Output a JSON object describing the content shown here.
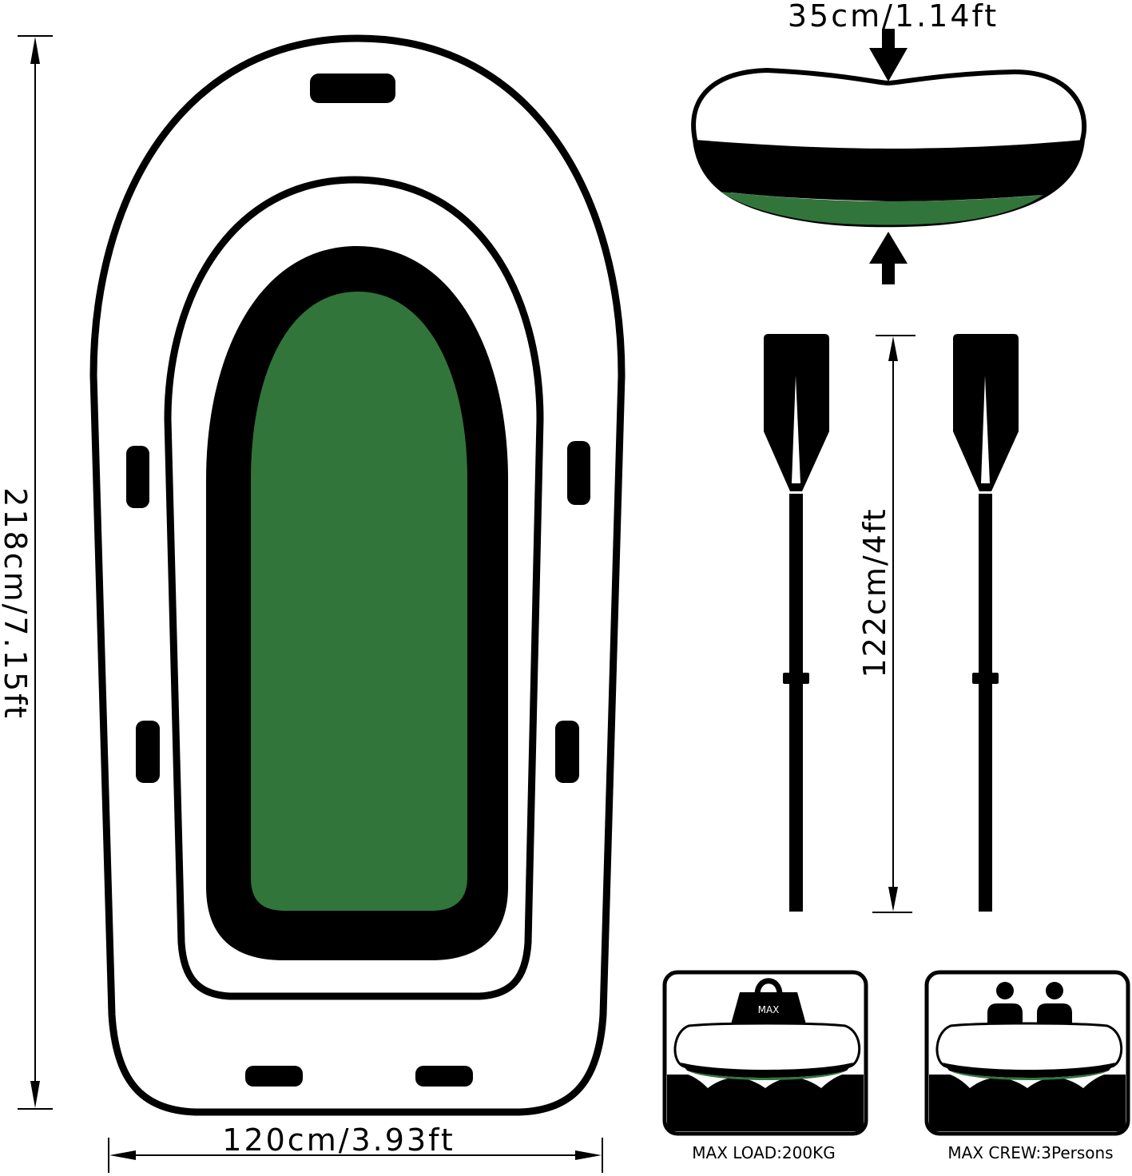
{
  "dimensions": {
    "length": "218cm/7.15ft",
    "width": "120cm/3.93ft",
    "height": "35cm/1.14ft",
    "oar_length": "122cm/4ft"
  },
  "badges": {
    "load_label": "MAX LOAD:200KG",
    "crew_label": "MAX CREW:3Persons",
    "weight_text": "MAX"
  },
  "colors": {
    "outline": "#000000",
    "hull": "#ffffff",
    "floor": "#31753b"
  }
}
